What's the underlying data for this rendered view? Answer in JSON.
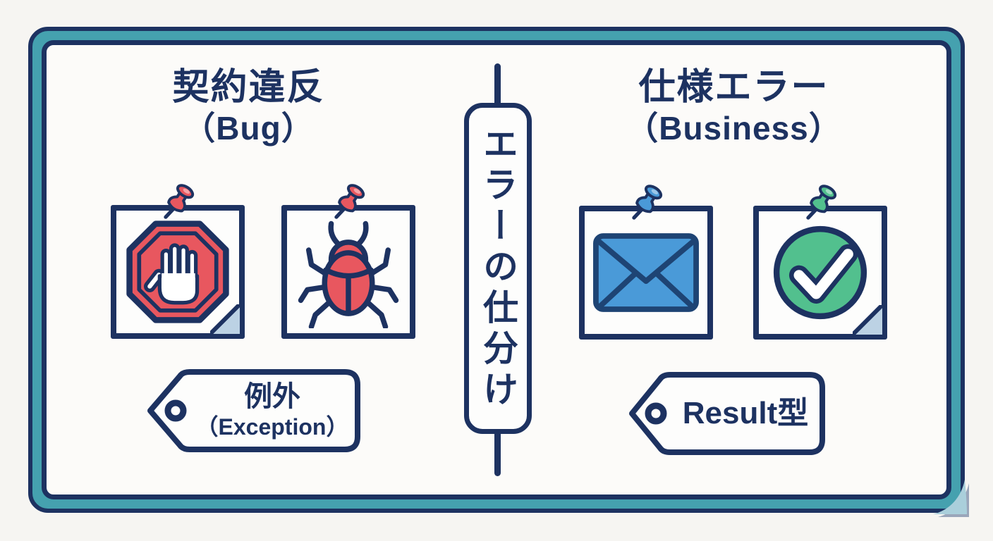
{
  "diagram": {
    "center_label": "エラーの仕分け",
    "left": {
      "title": "契約違反",
      "subtitle": "（Bug）",
      "tag_label": "例外",
      "tag_sublabel": "（Exception）",
      "card_icons": [
        "stop-hand",
        "bug"
      ]
    },
    "right": {
      "title": "仕様エラー",
      "subtitle": "（Business）",
      "tag_label": "Result型",
      "card_icons": [
        "envelope",
        "check-circle"
      ]
    },
    "colors": {
      "ink_navy": "#1d3261",
      "frame_teal": "#45a1af",
      "accent_red": "#e8575f",
      "accent_blue": "#4a9ad8",
      "accent_green": "#52c08e",
      "envelope_outline": "#1e4474",
      "fold_light_blue": "#bcd2e4",
      "panel_background": "#fcfbf9"
    }
  }
}
